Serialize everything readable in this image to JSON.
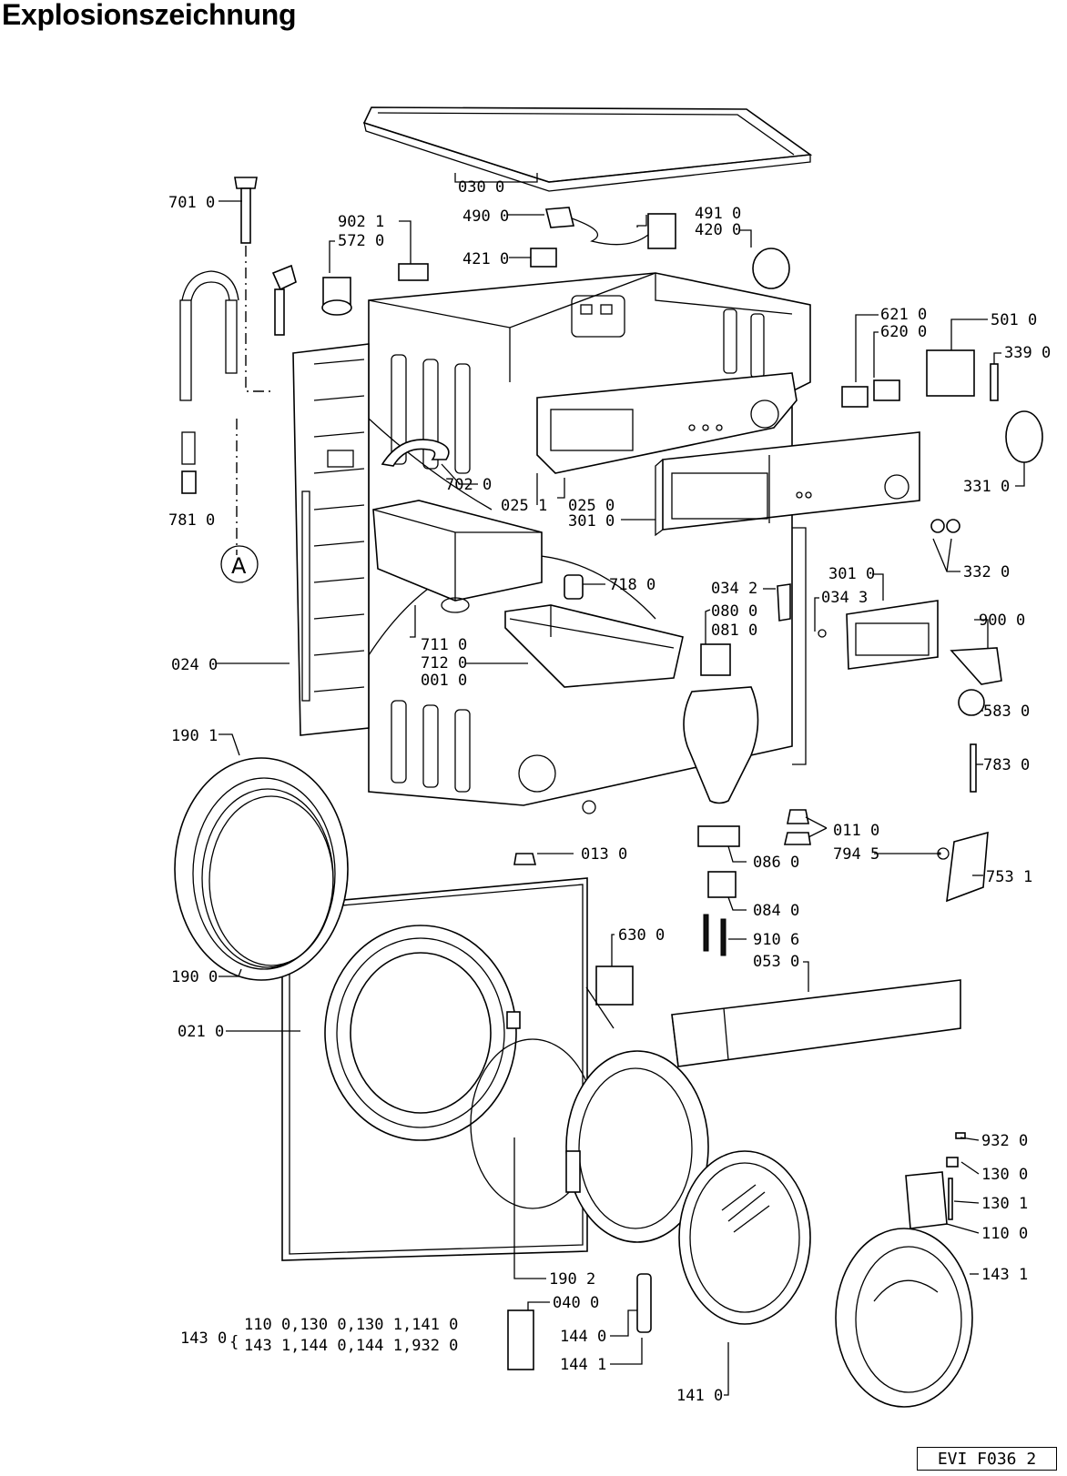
{
  "title": "Explosionszeichnung",
  "document_code": "EVI F036 2",
  "labels": {
    "l0300": "030 0",
    "l7010": "701 0",
    "l9021": "902 1",
    "l5720": "572 0",
    "l4900": "490 0",
    "l4210": "421 0",
    "l4910": "491 0",
    "l4200": "420 0",
    "l6210": "621 0",
    "l6200": "620 0",
    "l5010": "501 0",
    "l3390": "339 0",
    "l3310": "331 0",
    "l7020": "702 0",
    "l0251": "025 1",
    "l0250": "025 0",
    "l3010a": "301 0",
    "l7810": "781 0",
    "letterA": "A",
    "l3320": "332 0",
    "l7180": "718 0",
    "l0342": "034 2",
    "l0800": "080 0",
    "l0810": "081 0",
    "l3010b": "301 0",
    "l0343": "034 3",
    "l9000": "900 0",
    "l7110": "711 0",
    "l7120": "712 0",
    "l0010": "001 0",
    "l0240": "024 0",
    "l5830": "583 0",
    "l1901": "190 1",
    "l7830": "783 0",
    "l0110": "011 0",
    "l0130": "013 0",
    "l0860": "086 0",
    "l7945": "794 5",
    "l7531": "753 1",
    "l0840": "084 0",
    "l6300": "630 0",
    "l9106": "910 6",
    "l0530": "053 0",
    "l1900": "190 0",
    "l0210": "021 0",
    "l9320": "932 0",
    "l1300": "130 0",
    "l1301": "130 1",
    "l1100": "110 0",
    "l1902": "190 2",
    "l1431": "143 1",
    "l0400": "040 0",
    "l1440": "144 0",
    "l1441": "144 1",
    "l1410": "141 0",
    "l1430": "143 0",
    "kit_line1": "110 0,130 0,130 1,141 0",
    "kit_line2": "143 1,144 0,144 1,932 0"
  }
}
